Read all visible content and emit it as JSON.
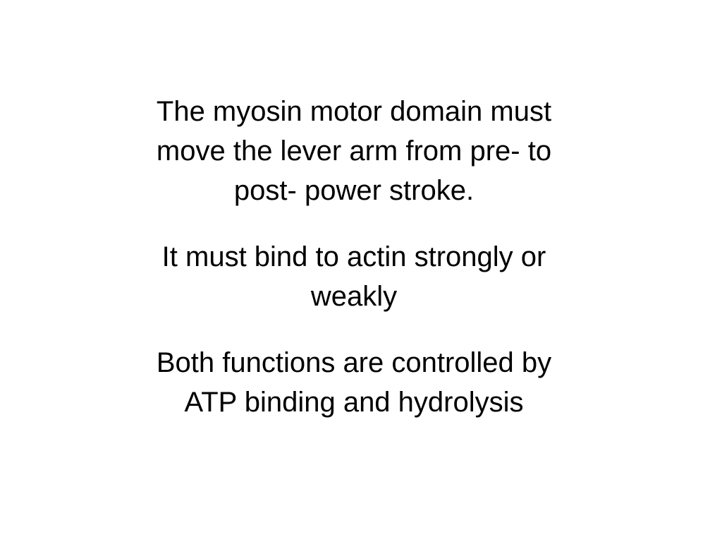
{
  "slide": {
    "paragraphs": [
      {
        "lines": [
          "The myosin motor domain must",
          "move the lever arm from pre- to",
          "post- power stroke."
        ]
      },
      {
        "lines": [
          "It must bind to actin strongly or",
          "weakly"
        ]
      },
      {
        "lines": [
          "Both functions are controlled by",
          "ATP binding and hydrolysis"
        ]
      }
    ]
  },
  "colors": {
    "background": "#ffffff",
    "text": "#000000"
  }
}
